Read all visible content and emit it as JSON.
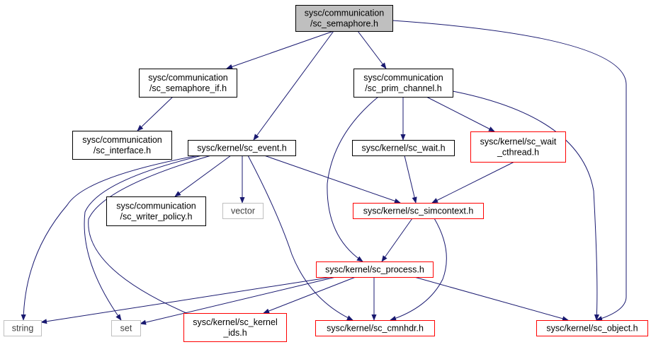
{
  "colors": {
    "edge": "#191970",
    "root_fill": "#bfbfbf",
    "normal_border": "#000000",
    "incomplete_border": "#ff0000",
    "external_border": "#bfbfbf",
    "text": "#000000",
    "external_text": "#404040"
  },
  "nodes": [
    {
      "id": "root",
      "kind": "root",
      "lines": [
        "sysc/communication",
        "/sc_semaphore.h"
      ]
    },
    {
      "id": "sem_if",
      "kind": "normal",
      "lines": [
        "sysc/communication",
        "/sc_semaphore_if.h"
      ]
    },
    {
      "id": "prim",
      "kind": "normal",
      "lines": [
        "sysc/communication",
        "/sc_prim_channel.h"
      ]
    },
    {
      "id": "iface",
      "kind": "normal",
      "lines": [
        "sysc/communication",
        "/sc_interface.h"
      ]
    },
    {
      "id": "event",
      "kind": "normal",
      "lines": [
        "sysc/kernel/sc_event.h"
      ]
    },
    {
      "id": "wait",
      "kind": "normal",
      "lines": [
        "sysc/kernel/sc_wait.h"
      ]
    },
    {
      "id": "waitc",
      "kind": "incomplete",
      "lines": [
        "sysc/kernel/sc_wait",
        "_cthread.h"
      ]
    },
    {
      "id": "writer",
      "kind": "normal",
      "lines": [
        "sysc/communication",
        "/sc_writer_policy.h"
      ]
    },
    {
      "id": "vector",
      "kind": "external",
      "lines": [
        "vector"
      ]
    },
    {
      "id": "simctx",
      "kind": "incomplete",
      "lines": [
        "sysc/kernel/sc_simcontext.h"
      ]
    },
    {
      "id": "process",
      "kind": "incomplete",
      "lines": [
        "sysc/kernel/sc_process.h"
      ]
    },
    {
      "id": "string",
      "kind": "external",
      "lines": [
        "string"
      ]
    },
    {
      "id": "set",
      "kind": "external",
      "lines": [
        "set"
      ]
    },
    {
      "id": "kids",
      "kind": "incomplete",
      "lines": [
        "sysc/kernel/sc_kernel",
        "_ids.h"
      ]
    },
    {
      "id": "cmnhdr",
      "kind": "incomplete",
      "lines": [
        "sysc/kernel/sc_cmnhdr.h"
      ]
    },
    {
      "id": "object",
      "kind": "incomplete",
      "lines": [
        "sysc/kernel/sc_object.h"
      ]
    }
  ],
  "edges": [
    {
      "from": "root",
      "to": "sem_if"
    },
    {
      "from": "root",
      "to": "event"
    },
    {
      "from": "root",
      "to": "prim"
    },
    {
      "from": "root",
      "to": "object"
    },
    {
      "from": "sem_if",
      "to": "iface"
    },
    {
      "from": "prim",
      "to": "process"
    },
    {
      "from": "prim",
      "to": "wait"
    },
    {
      "from": "prim",
      "to": "waitc"
    },
    {
      "from": "prim",
      "to": "object"
    },
    {
      "from": "event",
      "to": "string"
    },
    {
      "from": "event",
      "to": "set"
    },
    {
      "from": "event",
      "to": "kids"
    },
    {
      "from": "event",
      "to": "writer"
    },
    {
      "from": "event",
      "to": "vector"
    },
    {
      "from": "event",
      "to": "simctx"
    },
    {
      "from": "event",
      "to": "cmnhdr"
    },
    {
      "from": "wait",
      "to": "simctx"
    },
    {
      "from": "waitc",
      "to": "simctx"
    },
    {
      "from": "simctx",
      "to": "process"
    },
    {
      "from": "simctx",
      "to": "cmnhdr"
    },
    {
      "from": "process",
      "to": "string"
    },
    {
      "from": "process",
      "to": "set"
    },
    {
      "from": "process",
      "to": "kids"
    },
    {
      "from": "process",
      "to": "cmnhdr"
    },
    {
      "from": "process",
      "to": "object"
    }
  ]
}
